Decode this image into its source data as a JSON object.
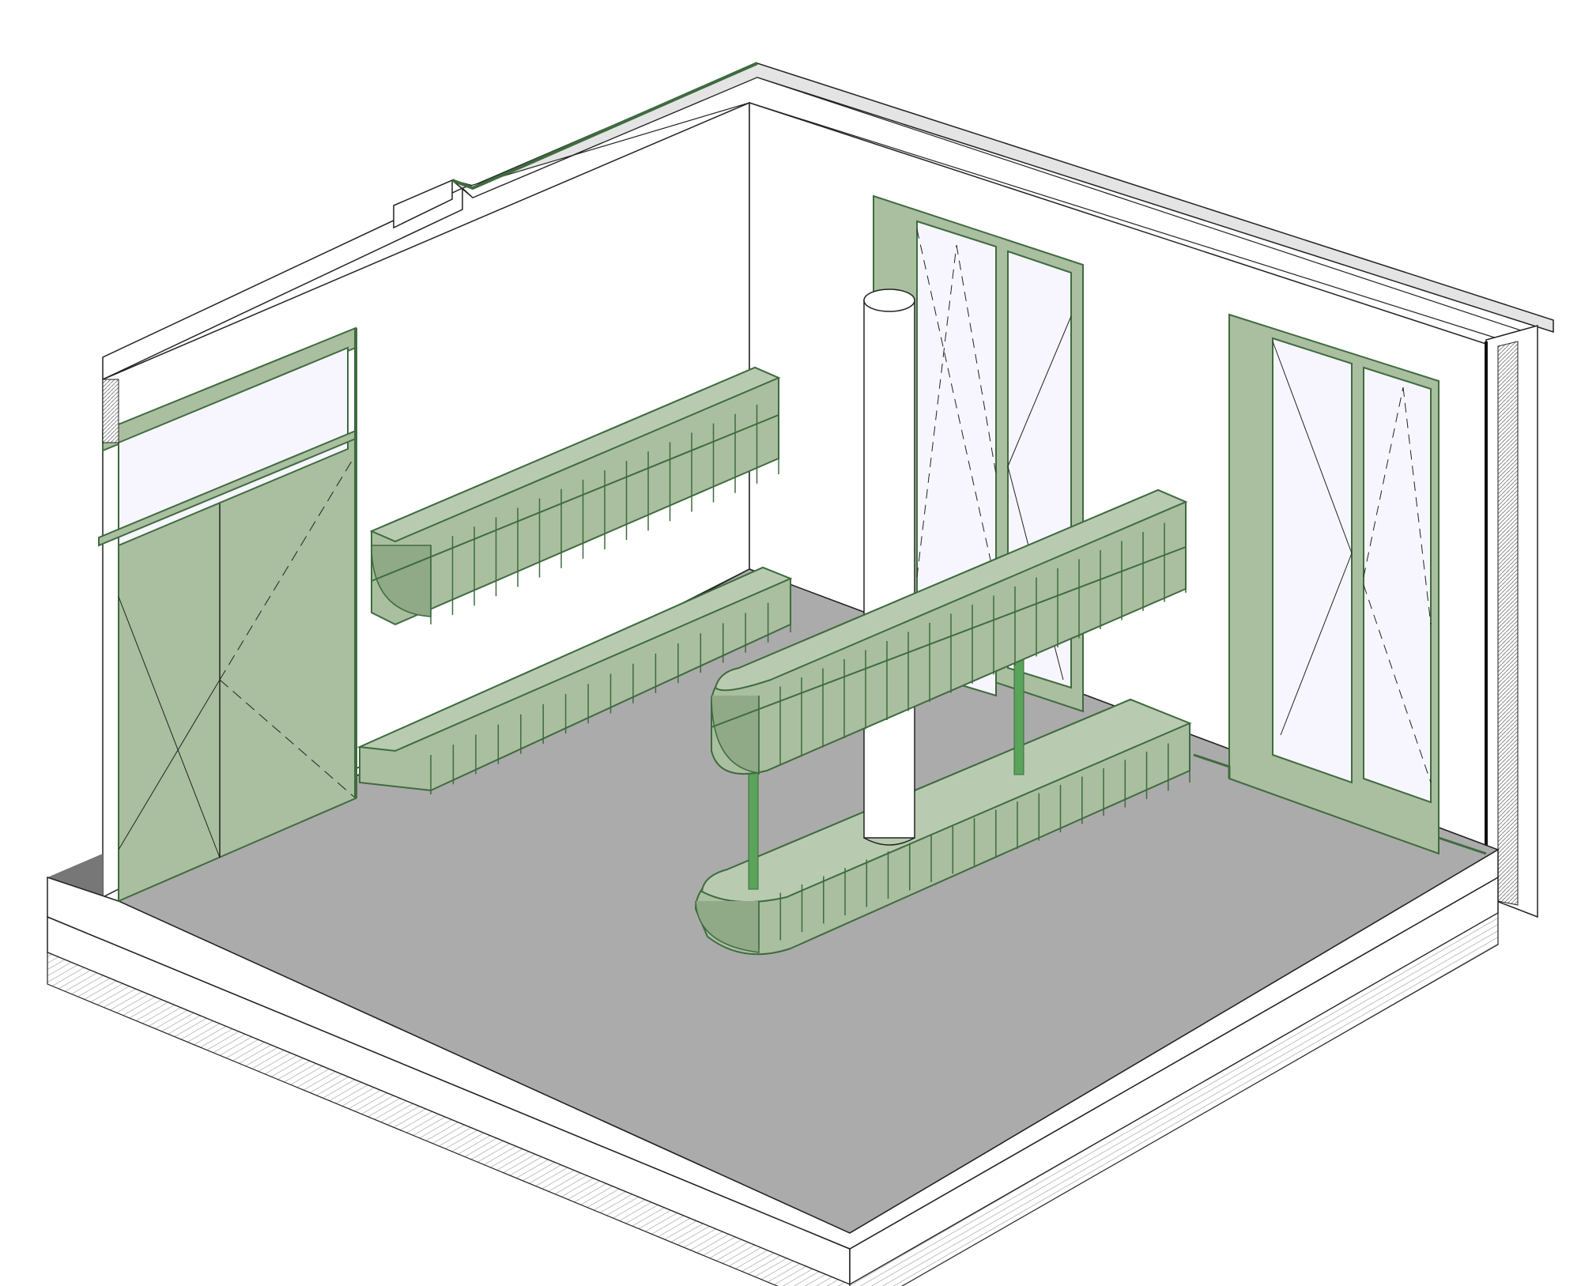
{
  "drawing": {
    "kind": "isometric room section",
    "colors": {
      "furniture_green": "#a9bf9f",
      "furniture_green_dark": "#90a986",
      "stroke_green": "#3f6b3f",
      "leg_green": "#5aa35a",
      "floor_gray": "#ababab",
      "glass": "#f7f6ff",
      "wall_white": "#ffffff",
      "slab_shade": "#777777",
      "line": "#222222"
    },
    "elements": [
      "left-wall",
      "back-wall",
      "floor-slab",
      "entry-door",
      "transom-window",
      "wall-shelf-upper",
      "wall-shelf-lower",
      "island-shelf-upper",
      "island-shelf-lower",
      "round-column",
      "balcony-door-left",
      "balcony-door-right"
    ]
  }
}
